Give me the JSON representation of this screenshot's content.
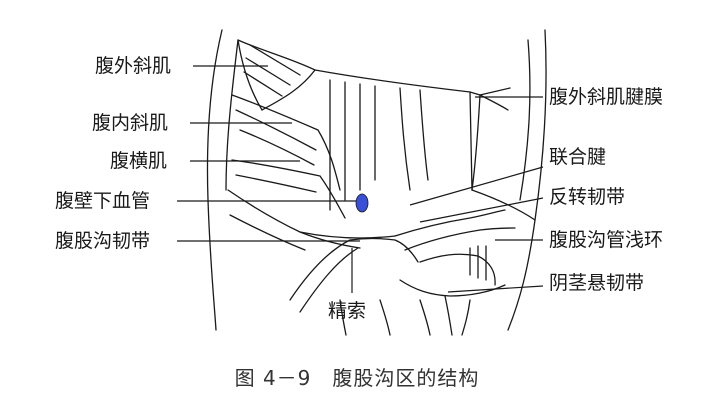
{
  "labels": {
    "external_oblique": "腹外斜肌",
    "internal_oblique": "腹内斜肌",
    "transversus": "腹横肌",
    "inferior_epigastric": "腹壁下血管",
    "inguinal_ligament": "腹股沟韧带",
    "external_aponeurosis": "腹外斜肌腱膜",
    "conjoint_tendon": "联合腱",
    "reflected_ligament": "反转韧带",
    "superficial_ring": "腹股沟管浅环",
    "suspensory_ligament": "阴茎悬韧带",
    "spermatic_cord": "精索"
  },
  "caption": "图 4－9　腹股沟区的结构",
  "colors": {
    "line": "#1a1a1a",
    "vessel": "#3a4fd8"
  }
}
